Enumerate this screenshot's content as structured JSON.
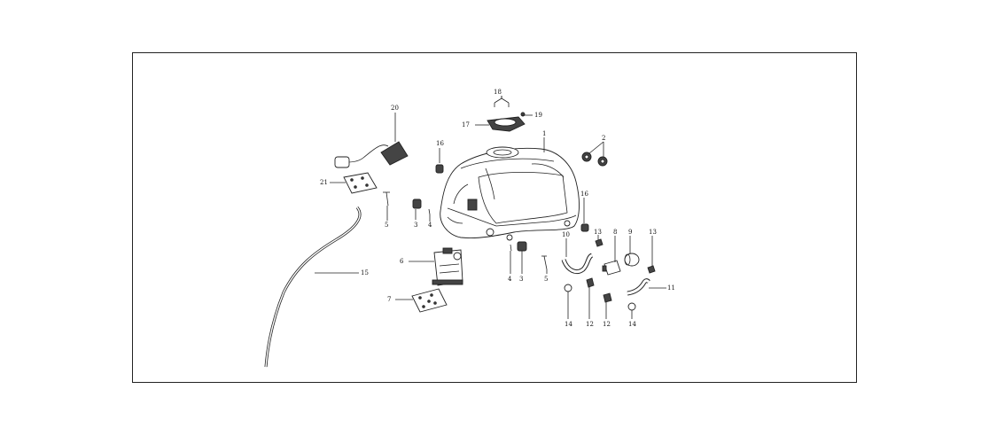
{
  "diagram": {
    "callouts": [
      "1",
      "2",
      "3",
      "4",
      "5",
      "6",
      "7",
      "8",
      "9",
      "10",
      "11",
      "12",
      "13",
      "14",
      "15",
      "16",
      "17",
      "18",
      "19",
      "20",
      "21"
    ],
    "repeated_callouts": {
      "label_3b": "3",
      "label_4b": "4",
      "label_5b": "5",
      "label_12b": "12",
      "label_13b": "13",
      "label_14b": "14",
      "label_16b": "16"
    }
  }
}
